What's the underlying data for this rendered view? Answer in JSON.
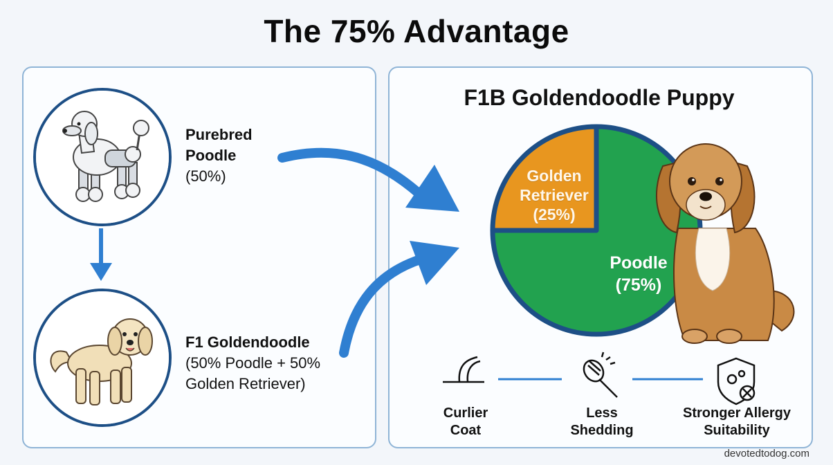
{
  "title": "The 75% Advantage",
  "left_panel": {
    "parent": {
      "name": "Purebred Poodle",
      "name_line1": "Purebred",
      "name_line2": "Poodle",
      "percent": "(50%)"
    },
    "f1": {
      "name": "F1 Goldendoodle",
      "desc_line1": "(50% Poodle + 50%",
      "desc_line2": "Golden Retriever)"
    }
  },
  "right_panel": {
    "title": "F1B Goldendoodle Puppy",
    "pie_labels": {
      "golden_line1": "Golden",
      "golden_line2": "Retriever",
      "golden_pct": "(25%)",
      "poodle_line1": "Poodle",
      "poodle_pct": "(75%)"
    },
    "benefits": [
      {
        "line1": "Curlier",
        "line2": "Coat",
        "icon": "hair-strand-icon"
      },
      {
        "line1": "Less",
        "line2": "Shedding",
        "icon": "brush-icon"
      },
      {
        "line1": "Stronger Allergy",
        "line2": "Suitability",
        "icon": "allergy-shield-icon"
      }
    ]
  },
  "chart_data": {
    "type": "pie",
    "slices": [
      {
        "label": "Golden Retriever",
        "value": 25
      },
      {
        "label": "Poodle",
        "value": 75
      }
    ],
    "colors": {
      "Golden Retriever": "#e8961f",
      "Poodle": "#22a24f",
      "outline": "#1d4f86"
    }
  },
  "colors": {
    "panel_border": "#8fb4d6",
    "arrow": "#2f7fd1",
    "circle_border": "#1d4f86"
  },
  "credit": "devotedtodog.com"
}
